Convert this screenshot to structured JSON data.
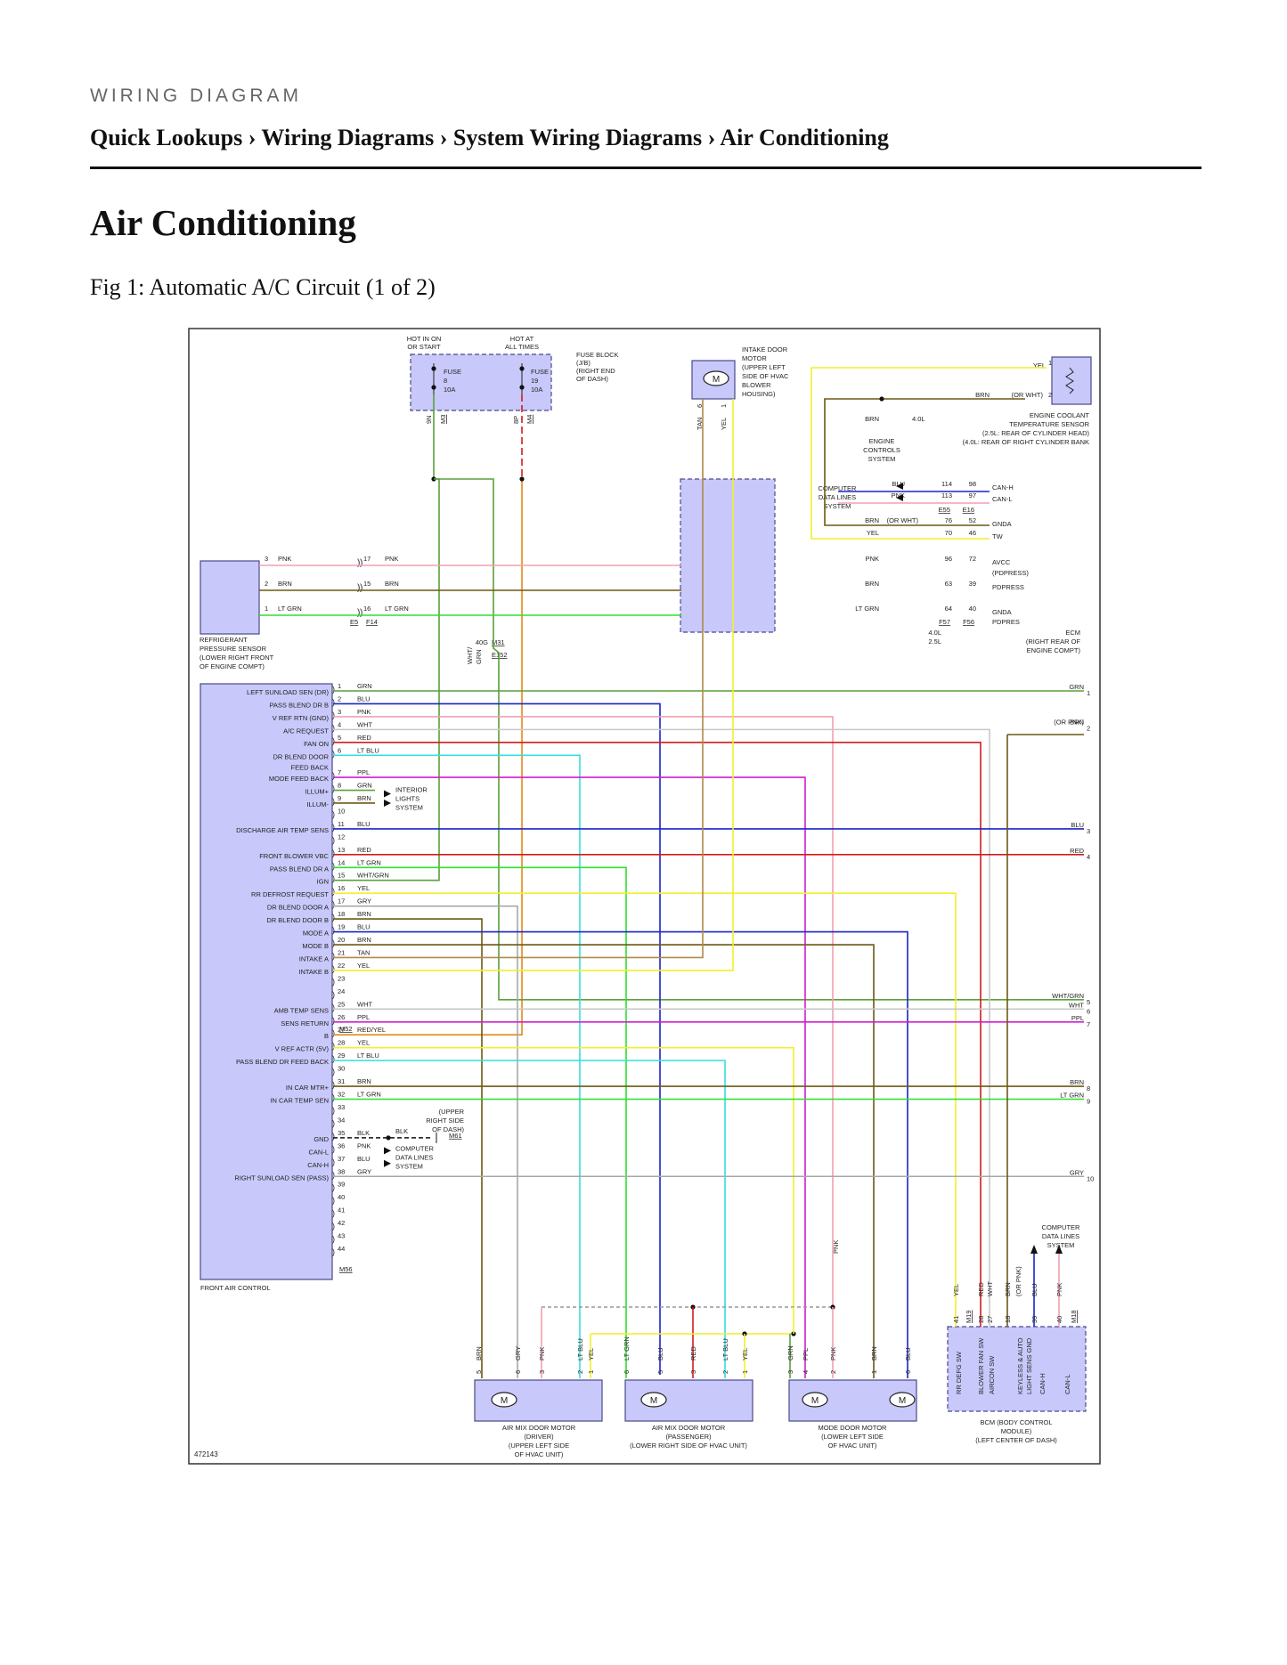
{
  "header": {
    "kicker": "WIRING DIAGRAM",
    "breadcrumb": "Quick Lookups › Wiring Diagrams › System Wiring Diagrams › Air Conditioning"
  },
  "page_title": "Air Conditioning",
  "figure": {
    "caption": "Fig 1: Automatic A/C Circuit (1 of 2)",
    "figure_number": "472143"
  },
  "colors": {
    "GRN": "#5aa03a",
    "BLU": "#1b24c8",
    "PNK": "#f0a0b0",
    "WHT": "#c8c8c8",
    "RED": "#d21c1c",
    "LT BLU": "#36dede",
    "PPL": "#d21cd2",
    "BRN": "#6b5a12",
    "LT GRN": "#2de02d",
    "WHT/GRN": "#5aa03a",
    "YEL": "#f2ef2a",
    "GRY": "#a8a8a8",
    "TAN": "#b08a4a",
    "RED/YEL": "#e08a1c",
    "BLK": "#111111",
    "box_fill": "#c8c8fa",
    "box_stroke": "#4a4a8a"
  },
  "fuse_block": {
    "hot1": [
      "HOT IN ON",
      "OR START"
    ],
    "hot2": [
      "HOT AT",
      "ALL TIMES"
    ],
    "fuse1": [
      "FUSE",
      "8",
      "10A"
    ],
    "fuse2": [
      "FUSE",
      "19",
      "10A"
    ],
    "desc": [
      "FUSE BLOCK",
      "(J/B)",
      "(RIGHT END",
      "OF DASH)"
    ],
    "pins": [
      "9N",
      "M3",
      "8P",
      "M4"
    ],
    "wires": [
      "WHT/GRN",
      "RED/YEL",
      "WHT/GRN",
      "WHT/GRN",
      "RED/YEL"
    ]
  },
  "intake_motor": {
    "desc": [
      "INTAKE DOOR",
      "MOTOR",
      "(UPPER LEFT",
      "SIDE OF HVAC",
      "BLOWER",
      "HOUSING)"
    ],
    "pins": [
      "6",
      "1"
    ],
    "wires": [
      "TAN",
      "YEL"
    ]
  },
  "coolant_sensor": {
    "yel": "YEL",
    "pin1": "1",
    "brn": "BRN",
    "or_wht": "(OR WHT)",
    "pin2": "2",
    "desc": [
      "ENGINE COOLANT",
      "TEMPERATURE SENSOR",
      "(2.5L: REAR OF CYLINDER HEAD)",
      "(4.0L: REAR OF RIGHT CYLINDER BANK"
    ],
    "brn2": "BRN",
    "v40": "4.0L",
    "ecs": [
      "ENGINE",
      "CONTROLS",
      "SYSTEM"
    ]
  },
  "ecm": {
    "cdl": [
      "COMPUTER",
      "DATA LINES",
      "SYSTEM"
    ],
    "rows": [
      {
        "wire": "BLU",
        "a": "114",
        "b": "98",
        "sig": "CAN-H"
      },
      {
        "wire": "PNK",
        "a": "113",
        "b": "97",
        "sig": "CAN-L"
      },
      {
        "wire": "BRN",
        "extra": "(OR WHT)",
        "a": "76",
        "b": "52",
        "sig": "GNDA"
      },
      {
        "wire": "YEL",
        "a": "70",
        "b": "46",
        "sig": "TW"
      },
      {
        "wire": "PNK",
        "a": "96",
        "b": "72",
        "sig": "AVCC"
      },
      {
        "wire": "BRN",
        "a": "63",
        "b": "39",
        "sig": "PDPRESS"
      },
      {
        "wire": "LT GRN",
        "a": "64",
        "b": "40",
        "sig": "GNDA"
      }
    ],
    "pdpress": "(PDPRESS)",
    "pdpres": "PDPRES",
    "conn": [
      "E55",
      "E16",
      "F57",
      "F56"
    ],
    "v40": "4.0L",
    "v25": "2.5L",
    "desc": [
      "ECM",
      "(RIGHT REAR OF",
      "ENGINE COMPT)"
    ]
  },
  "pressure_sensor": {
    "rows": [
      {
        "a": "3",
        "w": "PNK",
        "b": "17",
        "w2": "PNK"
      },
      {
        "a": "2",
        "w": "BRN",
        "b": "15",
        "w2": "BRN"
      },
      {
        "a": "1",
        "w": "LT GRN",
        "b": "16",
        "w2": "LT GRN"
      }
    ],
    "conn": [
      "E5",
      "F14"
    ],
    "desc": [
      "REFRIGERANT",
      "PRESSURE SENSOR",
      "(LOWER RIGHT FRONT",
      "OF ENGINE COMPT)"
    ]
  },
  "splice": {
    "a": "40G",
    "b": "M31",
    "c": "E152",
    "w": [
      "WHT/",
      "GRN"
    ]
  },
  "front_air_control": {
    "title": "FRONT AIR CONTROL",
    "connectors": [
      "M52",
      "M56"
    ],
    "pins": [
      {
        "n": "1",
        "w": "GRN",
        "sig": "LEFT SUNLOAD SEN (DR)"
      },
      {
        "n": "2",
        "w": "BLU",
        "sig": "PASS BLEND DR B"
      },
      {
        "n": "3",
        "w": "PNK",
        "sig": "V REF RTN (GND)"
      },
      {
        "n": "4",
        "w": "WHT",
        "sig": "A/C REQUEST"
      },
      {
        "n": "5",
        "w": "RED",
        "sig": "FAN ON"
      },
      {
        "n": "6",
        "w": "LT BLU",
        "sig": "DR BLEND DOOR"
      },
      {
        "n": "",
        "w": "",
        "sig": "FEED BACK"
      },
      {
        "n": "7",
        "w": "PPL",
        "sig": "MODE FEED BACK"
      },
      {
        "n": "8",
        "w": "GRN",
        "sig": "ILLUM+"
      },
      {
        "n": "9",
        "w": "BRN",
        "sig": "ILLUM-"
      },
      {
        "n": "10",
        "w": "",
        "sig": ""
      },
      {
        "n": "11",
        "w": "BLU",
        "sig": "DISCHARGE AIR TEMP SENS"
      },
      {
        "n": "12",
        "w": "",
        "sig": ""
      },
      {
        "n": "13",
        "w": "RED",
        "sig": "FRONT BLOWER VBC"
      },
      {
        "n": "14",
        "w": "LT GRN",
        "sig": "PASS BLEND DR A"
      },
      {
        "n": "15",
        "w": "WHT/GRN",
        "sig": "IGN"
      },
      {
        "n": "16",
        "w": "YEL",
        "sig": "RR DEFROST REQUEST"
      },
      {
        "n": "17",
        "w": "GRY",
        "sig": "DR BLEND DOOR A"
      },
      {
        "n": "18",
        "w": "BRN",
        "sig": "DR BLEND DOOR B"
      },
      {
        "n": "19",
        "w": "BLU",
        "sig": "MODE A"
      },
      {
        "n": "20",
        "w": "BRN",
        "sig": "MODE B"
      },
      {
        "n": "21",
        "w": "TAN",
        "sig": "INTAKE A"
      },
      {
        "n": "22",
        "w": "YEL",
        "sig": "INTAKE B"
      },
      {
        "n": "23",
        "w": "",
        "sig": ""
      },
      {
        "n": "24",
        "w": "",
        "sig": ""
      },
      {
        "n": "25",
        "w": "WHT",
        "sig": "AMB TEMP SENS"
      },
      {
        "n": "26",
        "w": "PPL",
        "sig": "SENS RETURN"
      },
      {
        "n": "27",
        "w": "RED/YEL",
        "sig": "B"
      },
      {
        "n": "28",
        "w": "YEL",
        "sig": "V REF ACTR (5V)"
      },
      {
        "n": "29",
        "w": "LT BLU",
        "sig": "PASS BLEND DR FEED BACK"
      },
      {
        "n": "30",
        "w": "",
        "sig": ""
      },
      {
        "n": "31",
        "w": "BRN",
        "sig": "IN CAR MTR+"
      },
      {
        "n": "32",
        "w": "LT GRN",
        "sig": "IN CAR TEMP SEN"
      },
      {
        "n": "33",
        "w": "",
        "sig": ""
      },
      {
        "n": "34",
        "w": "",
        "sig": ""
      },
      {
        "n": "35",
        "w": "BLK",
        "sig": "GND"
      },
      {
        "n": "36",
        "w": "PNK",
        "sig": "CAN-L"
      },
      {
        "n": "37",
        "w": "BLU",
        "sig": "CAN-H"
      },
      {
        "n": "38",
        "w": "GRY",
        "sig": "RIGHT SUNLOAD SEN (PASS)"
      },
      {
        "n": "39",
        "w": "",
        "sig": ""
      },
      {
        "n": "40",
        "w": "",
        "sig": ""
      },
      {
        "n": "41",
        "w": "",
        "sig": ""
      },
      {
        "n": "42",
        "w": "",
        "sig": ""
      },
      {
        "n": "43",
        "w": "",
        "sig": ""
      },
      {
        "n": "44",
        "w": "",
        "sig": ""
      }
    ],
    "interior": [
      "INTERIOR",
      "LIGHTS",
      "SYSTEM"
    ],
    "ground": {
      "blk": "BLK",
      "desc": [
        "(UPPER",
        "RIGHT SIDE",
        "OF DASH)"
      ],
      "conn": "M61"
    },
    "cdl": [
      "COMPUTER",
      "DATA LINES",
      "SYSTEM"
    ]
  },
  "right_refs": [
    {
      "n": "1",
      "w": "GRN"
    },
    {
      "n": "2",
      "w": "BRN",
      "extra": "(OR PNK)"
    },
    {
      "n": "3",
      "w": "BLU"
    },
    {
      "n": "4",
      "w": "RED"
    },
    {
      "n": "5",
      "w": "WHT/GRN"
    },
    {
      "n": "6",
      "w": "WHT"
    },
    {
      "n": "7",
      "w": "PPL"
    },
    {
      "n": "8",
      "w": "BRN"
    },
    {
      "n": "9",
      "w": "LT GRN"
    },
    {
      "n": "10",
      "w": "GRY"
    }
  ],
  "bcm": {
    "pins": [
      "41",
      "M19",
      "28",
      "27",
      "18",
      "39",
      "40",
      "M18"
    ],
    "wires": [
      "YEL",
      "RED",
      "WHT",
      "BRN",
      "(OR PNK)",
      "BLU",
      "PNK"
    ],
    "cdl": [
      "COMPUTER",
      "DATA LINES",
      "SYSTEM"
    ],
    "signals": [
      "RR DEFG SW",
      "BLOWER FAN SW",
      "AIRCON SW",
      "KEYLESS & AUTO",
      "LIGHT SENS GND",
      "CAN-H",
      "CAN-L"
    ],
    "desc": [
      "BCM (BODY CONTROL",
      "MODULE)",
      "(LEFT CENTER OF DASH)"
    ],
    "pnk_label": "PNK"
  },
  "motors": [
    {
      "pins": [
        "5",
        "6",
        "3",
        "2",
        "1"
      ],
      "wires": [
        "BRN",
        "GRY",
        "PNK",
        "LT BLU",
        "YEL"
      ],
      "desc": [
        "AIR MIX DOOR MOTOR",
        "(DRIVER)",
        "(UPPER LEFT SIDE",
        "OF HVAC UNIT)"
      ]
    },
    {
      "pins": [
        "6",
        "5",
        "3",
        "2",
        "1"
      ],
      "wires": [
        "LT GRN",
        "BLU",
        "RED",
        "LT BLU",
        "YEL"
      ],
      "desc": [
        "AIR MIX DOOR MOTOR",
        "(PASSENGER)",
        "(LOWER RIGHT SIDE OF HVAC UNIT)"
      ]
    },
    {
      "pins": [
        "3",
        "4",
        "2",
        "1",
        "6"
      ],
      "wires": [
        "GRN",
        "PPL",
        "PNK",
        "BRN",
        "BLU"
      ],
      "desc": [
        "MODE DOOR MOTOR",
        "(LOWER LEFT SIDE",
        "OF HVAC UNIT)"
      ]
    }
  ],
  "motor_symbol": "M"
}
